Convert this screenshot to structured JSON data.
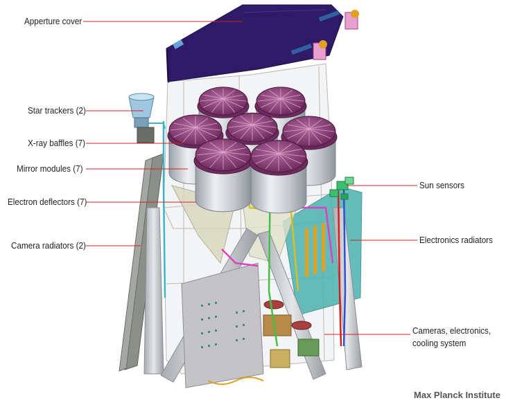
{
  "labels": {
    "aperture_cover": "Apperture cover",
    "star_trackers": "Star trackers (2)",
    "xray_baffles": "X-ray baffles (7)",
    "mirror_modules": "Mirror modules (7)",
    "electron_deflectors": "Electron deflectors (7)",
    "camera_radiators": "Camera radiators (2)",
    "sun_sensors": "Sun sensors",
    "electronics_radiators": "Electronics radiators",
    "cameras_line1": "Cameras, electronics,",
    "cameras_line2": "cooling system"
  },
  "credit": "Max Planck Institute",
  "colors": {
    "leader_line": "#d42020",
    "aperture_cover": "#2e1a66",
    "mirror_module_cap": "#8a3f78",
    "mirror_module_body": "#c8ccd2",
    "camera_radiator": "#8a8f88",
    "electronics_radiator": "#55b6b4",
    "deflector_cone": "#d8d8c0"
  }
}
